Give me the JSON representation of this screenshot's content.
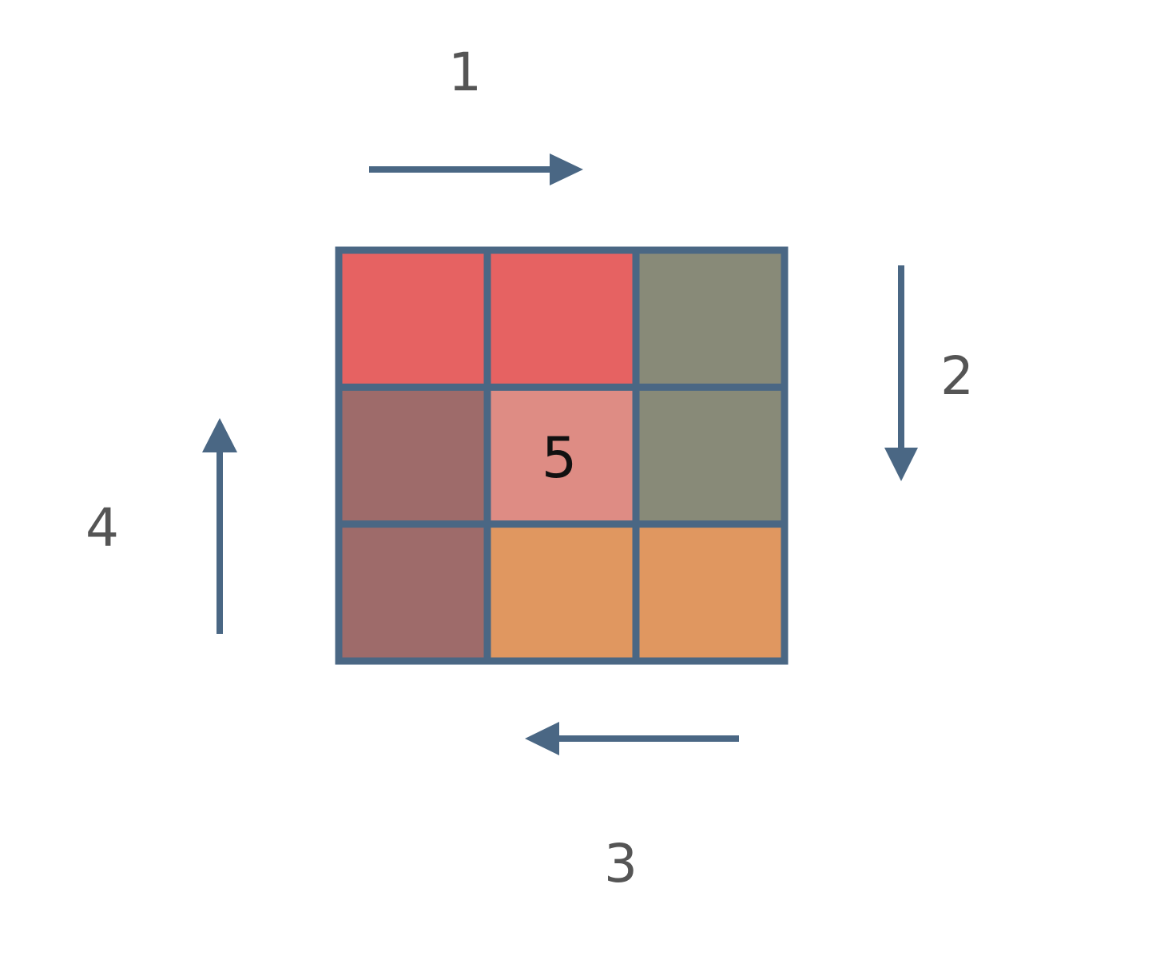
{
  "colors": {
    "border": "#4a6784",
    "arrow": "#4a6784",
    "step_label": "#555555",
    "center_label": "#111111",
    "background": "#ffffff"
  },
  "grid": {
    "rows": 3,
    "cols": 3,
    "cells": [
      [
        "#e66262",
        "#e66262",
        "#888a78"
      ],
      [
        "#9e6b6a",
        "#de8c84",
        "#888a78"
      ],
      [
        "#9e6b6a",
        "#e09760",
        "#e09760"
      ]
    ],
    "center_label": "5"
  },
  "steps": [
    {
      "label": "1",
      "direction": "right"
    },
    {
      "label": "2",
      "direction": "down"
    },
    {
      "label": "3",
      "direction": "left"
    },
    {
      "label": "4",
      "direction": "up"
    }
  ]
}
